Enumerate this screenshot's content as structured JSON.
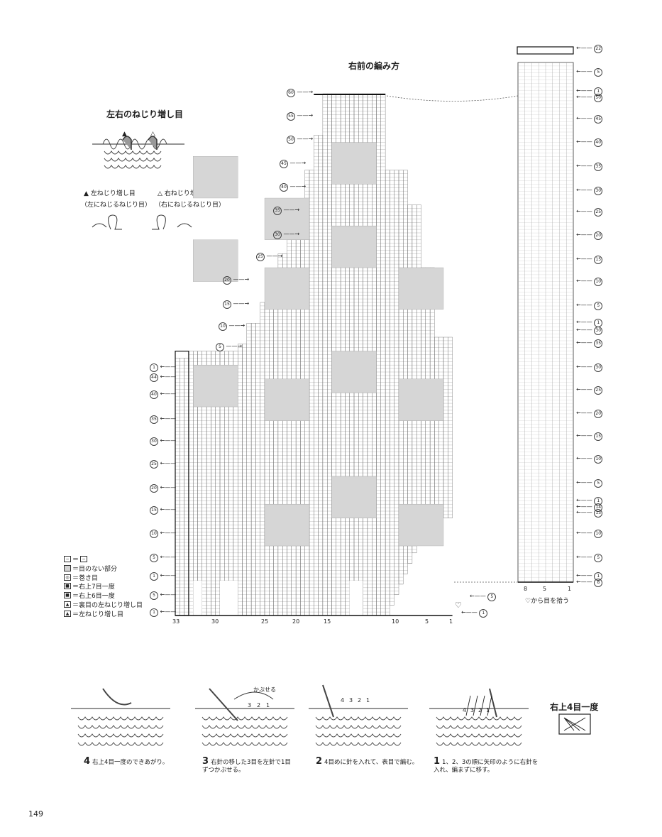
{
  "page_title": "右前の編み方",
  "twist_title": "左右のねじり増し目",
  "twist_left": {
    "mark": "▲",
    "label": "左ねじり増し目",
    "sub": "（左にねじるねじり目）"
  },
  "twist_right": {
    "mark": "△",
    "label": "右ねじり増し目",
    "sub": "（右にねじるねじり目）"
  },
  "legend": [
    {
      "sym": "−",
      "style": "plain",
      "text": "＝"
    },
    {
      "sym": "",
      "style": "gray",
      "text": "＝目のない部分"
    },
    {
      "sym": "◎",
      "style": "plain",
      "text": "＝巻き目"
    },
    {
      "sym": "■",
      "style": "plain",
      "text": "＝右上7目一度"
    },
    {
      "sym": "■",
      "style": "plain",
      "text": "＝右上6目一度"
    },
    {
      "sym": "▲",
      "style": "plain",
      "text": "＝裏目の左ねじり増し目"
    },
    {
      "sym": "▲",
      "style": "plain",
      "text": "＝左ねじり増し目"
    }
  ],
  "left_row_labels": [
    "1",
    "44",
    "40",
    "35",
    "30",
    "25",
    "20",
    "15",
    "10",
    "5",
    "1",
    "5",
    "1"
  ],
  "top_row_labels": [
    "60",
    "55",
    "50",
    "45",
    "40",
    "35",
    "30",
    "25",
    "20",
    "15",
    "10",
    "5"
  ],
  "right_col_labels": [
    "22",
    "5",
    "1",
    "50",
    "45",
    "40",
    "35",
    "30",
    "25",
    "20",
    "15",
    "10",
    "5",
    "1",
    "30",
    "35",
    "30",
    "25",
    "20",
    "15",
    "10",
    "5",
    "1",
    "14",
    "13",
    "10",
    "5",
    "1",
    "8"
  ],
  "bottom_numbers": [
    "33",
    "30",
    "25",
    "20",
    "15",
    "10",
    "5",
    "1"
  ],
  "band_bottom_numbers": [
    "8",
    "5",
    "1"
  ],
  "heart_note": "♡から目を拾う",
  "heart_row_labels": [
    "5",
    "1"
  ],
  "decrease_title": "右上4目一度",
  "steps": [
    {
      "num": "4",
      "text": "右上4目一度のできあがり。"
    },
    {
      "num": "3",
      "text": "右針の移した3目を左針で1目ずつかぶせる。"
    },
    {
      "num": "2",
      "text": "4目めに針を入れて、表目で編む。"
    },
    {
      "num": "1",
      "text": "1、2、3の順に矢印のように右針を入れ、編まずに移す。"
    }
  ],
  "step_cover_label": "かぶせる",
  "step3_nums": [
    "3",
    "2",
    "1"
  ],
  "step2_nums": [
    "4",
    "3",
    "2",
    "1"
  ],
  "step1_nums": [
    "4",
    "3",
    "2",
    "1"
  ],
  "page_number": "149"
}
